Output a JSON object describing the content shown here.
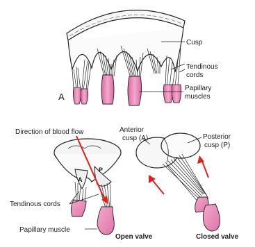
{
  "top_panel": {
    "panel_letter": "A",
    "labels": {
      "cusp": "Cusp",
      "tendinous_cords_line1": "Tendinous",
      "tendinous_cords_line2": "cords",
      "papillary_line1": "Papillary",
      "papillary_line2": "muscles"
    }
  },
  "bottom_panel": {
    "labels": {
      "direction_of_blood_flow": "Direction of blood flow",
      "anterior_cusp_line1": "Anterior",
      "anterior_cusp_line2": "cusp (A)",
      "posterior_cusp_line1": "Posterior",
      "posterior_cusp_line2": "cusp (P)",
      "tendinous_cords": "Tendinous cords",
      "papillary_muscle": "Papillary muscle",
      "open_valve": "Open valve",
      "closed_valve": "Closed valve",
      "cusp_letter_a": "A",
      "cusp_letter_p": "P"
    }
  },
  "colors": {
    "muscle_pink": "#e986b5",
    "muscle_pink_light": "#f6c4dc",
    "arrow_red": "#e0201a",
    "line": "#222222"
  }
}
